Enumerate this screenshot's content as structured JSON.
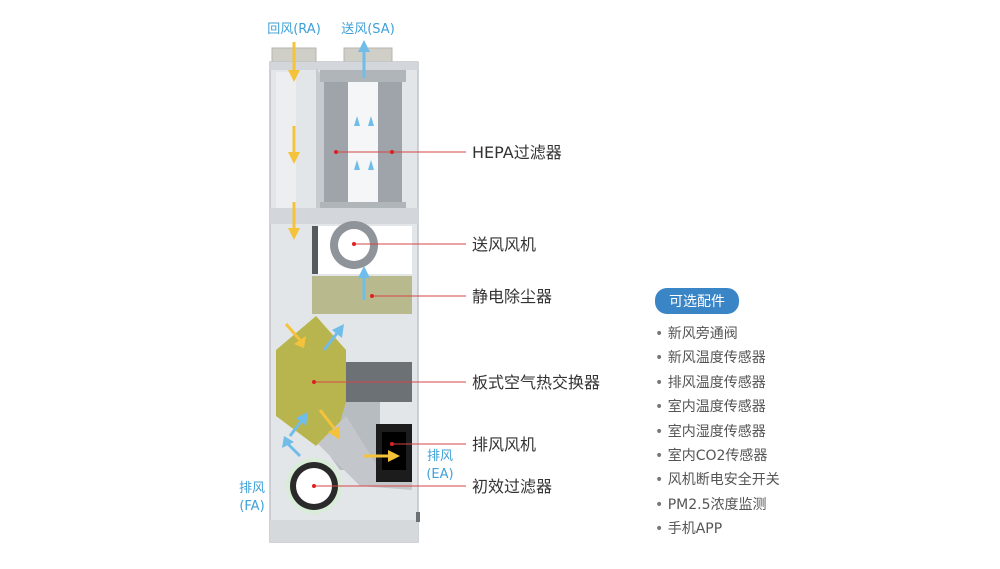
{
  "labels": {
    "return_air": "回风(RA)",
    "supply_air": "送风(SA)",
    "hepa_filter": "HEPA过滤器",
    "supply_fan": "送风风机",
    "electrostatic": "静电除尘器",
    "heat_exchanger": "板式空气热交换器",
    "exhaust_fan": "排风风机",
    "primary_filter": "初效过滤器",
    "exhaust_fa_1": "排风",
    "exhaust_fa_2": "(FA)",
    "exhaust_ea_1": "排风",
    "exhaust_ea_2": "(EA)"
  },
  "accessories": {
    "title": "可选配件",
    "items": [
      "新风旁通阀",
      "新风温度传感器",
      "排风温度传感器",
      "室内温度传感器",
      "室内湿度传感器",
      "室内CO2传感器",
      "风机断电安全开关",
      "PM2.5浓度监测",
      "手机APP"
    ]
  },
  "colors": {
    "warm_arrow": "#f5c33b",
    "cool_arrow": "#6fbde8",
    "marker": "#e02020",
    "accent": "#3a85c6"
  }
}
